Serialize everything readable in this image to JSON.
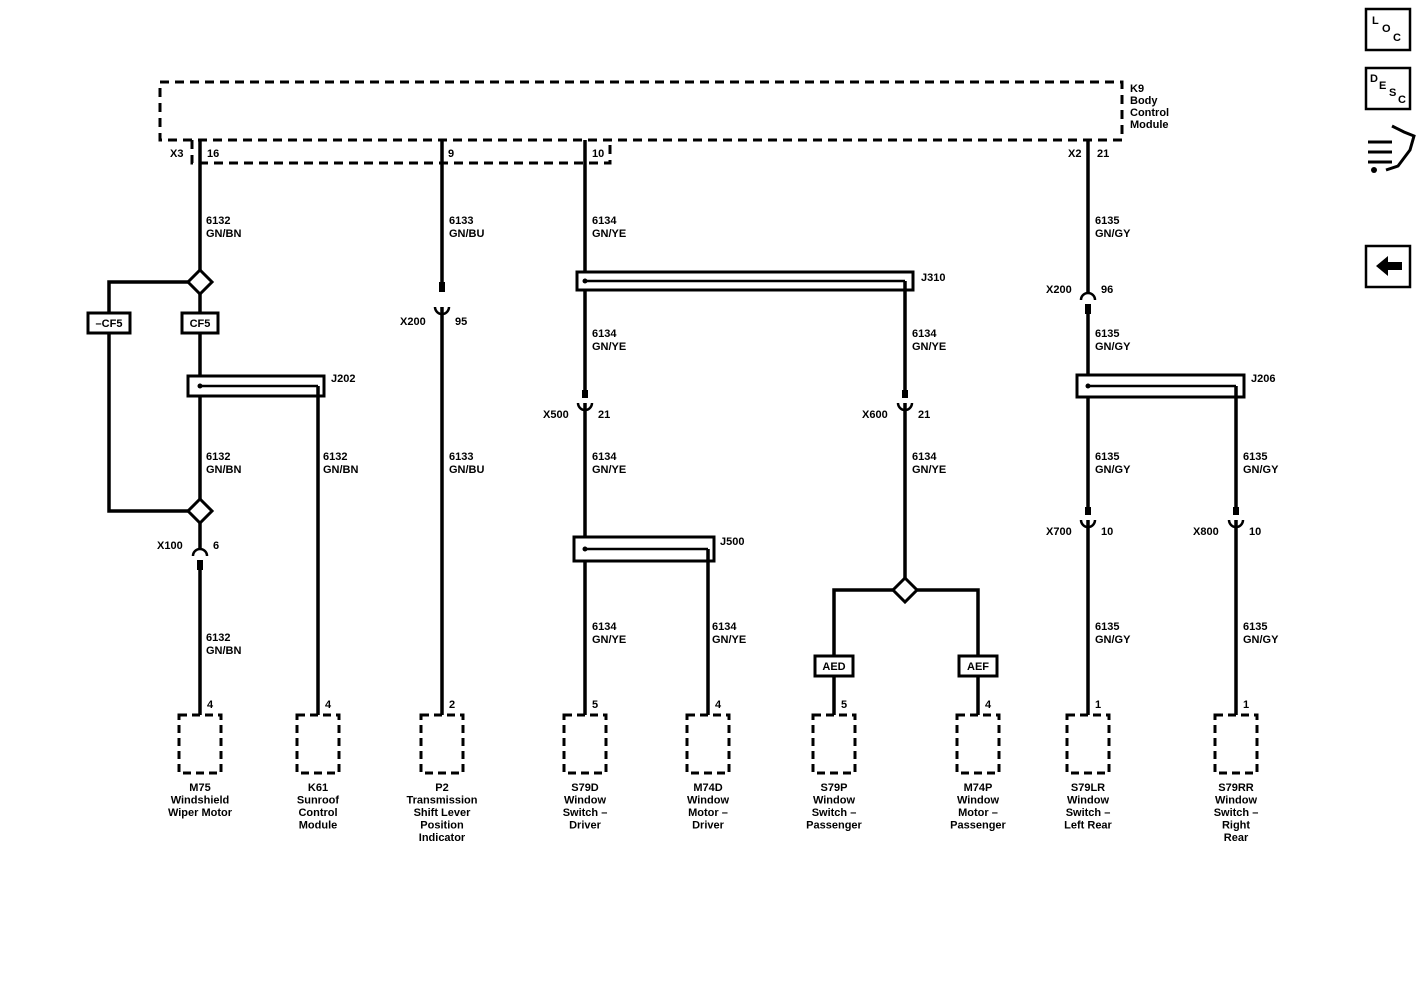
{
  "module": {
    "name_lines": [
      "K9",
      "Body",
      "Control",
      "Module"
    ]
  },
  "bcm_pins": {
    "x3": "X3",
    "x3_pin": "16",
    "pin9": "9",
    "pin10": "10",
    "x2": "X2",
    "x2_pin": "21"
  },
  "circuits": {
    "c1": {
      "num": "6132",
      "color": "GN/BN"
    },
    "c2": {
      "num": "6133",
      "color": "GN/BU"
    },
    "c3": {
      "num": "6134",
      "color": "GN/YE"
    },
    "c4": {
      "num": "6135",
      "color": "GN/GY"
    }
  },
  "options": {
    "not_cf5": "–CF5",
    "cf5": "CF5",
    "aed": "AED",
    "aef": "AEF"
  },
  "splices": {
    "j202": "J202",
    "j310": "J310",
    "j500": "J500",
    "j206": "J206"
  },
  "connectors": {
    "x100": {
      "name": "X100",
      "pin": "6"
    },
    "x200_a": {
      "name": "X200",
      "pin": "95"
    },
    "x500": {
      "name": "X500",
      "pin": "21"
    },
    "x600": {
      "name": "X600",
      "pin": "21"
    },
    "x200_b": {
      "name": "X200",
      "pin": "96"
    },
    "x700": {
      "name": "X700",
      "pin": "10"
    },
    "x800": {
      "name": "X800",
      "pin": "10"
    }
  },
  "components": [
    {
      "pin": "4",
      "lines": [
        "M75",
        "Windshield",
        "Wiper Motor"
      ]
    },
    {
      "pin": "4",
      "lines": [
        "K61",
        "Sunroof",
        "Control",
        "Module"
      ]
    },
    {
      "pin": "2",
      "lines": [
        "P2",
        "Transmission",
        "Shift Lever",
        "Position",
        "Indicator"
      ]
    },
    {
      "pin": "5",
      "lines": [
        "S79D",
        "Window",
        "Switch –",
        "Driver"
      ]
    },
    {
      "pin": "4",
      "lines": [
        "M74D",
        "Window",
        "Motor –",
        "Driver"
      ]
    },
    {
      "pin": "5",
      "lines": [
        "S79P",
        "Window",
        "Switch –",
        "Passenger"
      ]
    },
    {
      "pin": "4",
      "lines": [
        "M74P",
        "Window",
        "Motor –",
        "Passenger"
      ]
    },
    {
      "pin": "1",
      "lines": [
        "S79LR",
        "Window",
        "Switch –",
        "Left Rear"
      ]
    },
    {
      "pin": "1",
      "lines": [
        "S79RR",
        "Window",
        "Switch –",
        "Right",
        "Rear"
      ]
    }
  ],
  "nav": {
    "loc": {
      "l": "L",
      "o": "O",
      "c": "C"
    },
    "desc": {
      "d": "D",
      "e": "E",
      "s": "S",
      "c": "C"
    }
  }
}
